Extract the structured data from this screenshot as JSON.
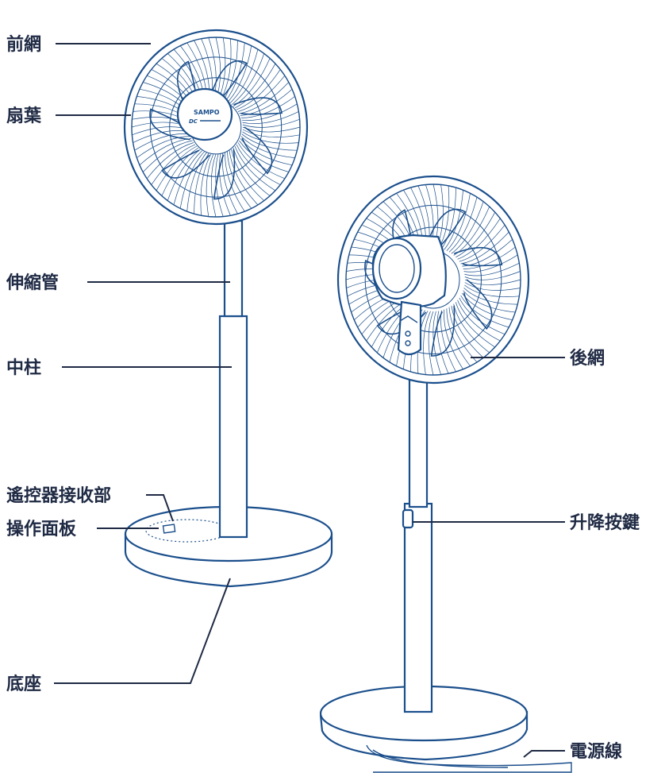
{
  "labels": {
    "front_guard": "前網",
    "blade": "扇葉",
    "telescopic_pole": "伸縮管",
    "center_pole": "中柱",
    "remote_receiver": "遙控器接收部",
    "control_panel": "操作面板",
    "base": "底座",
    "rear_guard": "後網",
    "height_button": "升降按鍵",
    "power_cord": "電源線"
  },
  "logo": {
    "brand": "SAMPO",
    "mark": "DC"
  },
  "colors": {
    "line": "#1b4f8c",
    "label": "#1f2a44",
    "background": "#ffffff"
  }
}
